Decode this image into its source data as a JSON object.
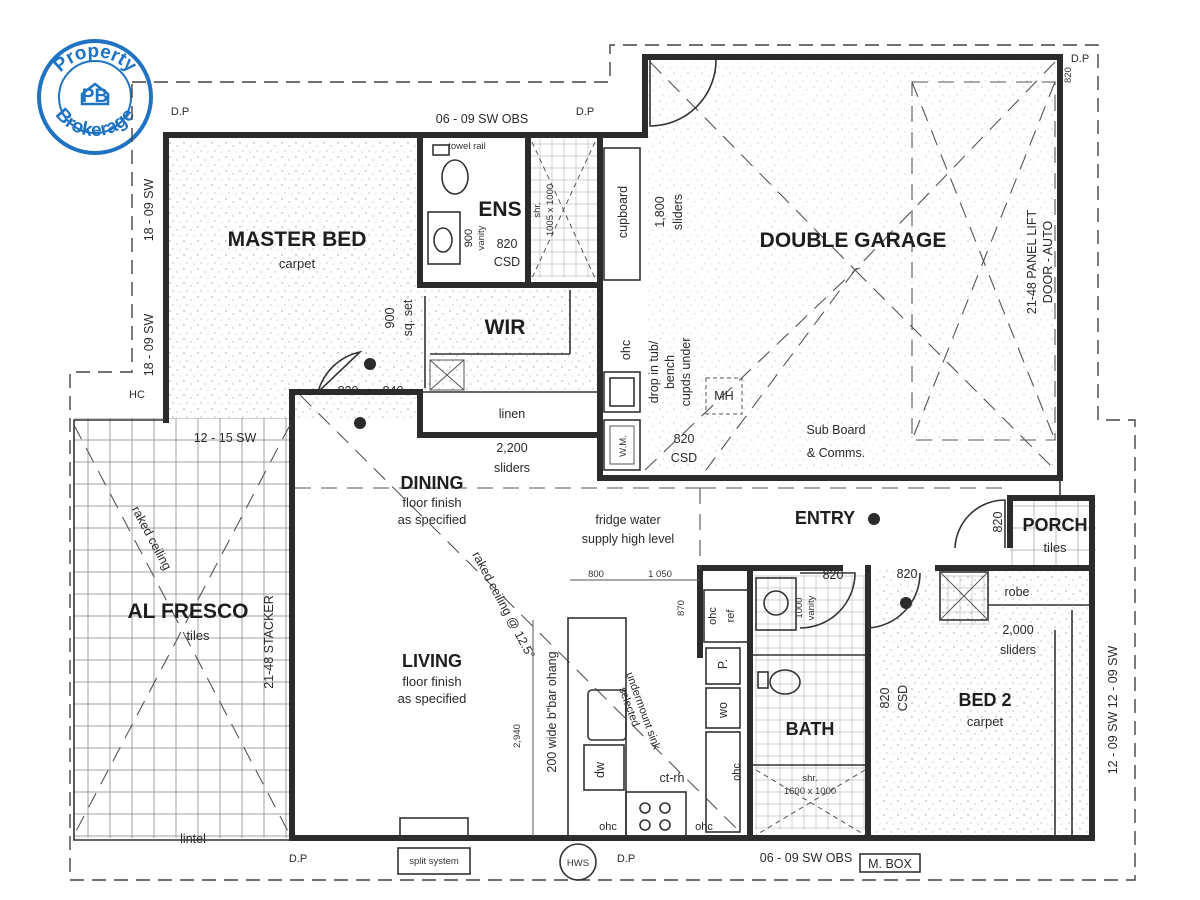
{
  "logo": {
    "top_text": "Property",
    "bottom_text": "Brokerage",
    "initials": "PB",
    "color": "#1f73c2"
  },
  "rooms": {
    "master_bed": {
      "name": "MASTER BED",
      "finish": "carpet"
    },
    "ens": {
      "name": "ENS"
    },
    "wir": {
      "name": "WIR"
    },
    "double_garage": {
      "name": "DOUBLE GARAGE"
    },
    "dining": {
      "name": "DINING",
      "finish_1": "floor finish",
      "finish_2": "as specified"
    },
    "living": {
      "name": "LIVING",
      "finish_1": "floor finish",
      "finish_2": "as specified"
    },
    "al_fresco": {
      "name": "AL FRESCO",
      "finish": "tiles"
    },
    "entry": {
      "name": "ENTRY"
    },
    "porch": {
      "name": "PORCH",
      "finish": "tiles"
    },
    "bed_2": {
      "name": "BED 2",
      "finish": "carpet"
    },
    "bath": {
      "name": "BATH"
    }
  },
  "labels": {
    "dp_1": "D.P",
    "dp_2": "D.P",
    "dp_3": "D.P",
    "dp_4": "D.P",
    "dp_5": "D.P",
    "hc": "HC",
    "window_top_ens": "06 - 09 SW OBS",
    "window_master_left_1": "18 - 09 SW",
    "window_master_left_2": "18 - 09 SW",
    "window_alfresco_top": "12 - 15 SW",
    "window_bottom": "06 - 09 SW OBS",
    "window_bed2_right": "12 - 09 SW  12 - 09 SW",
    "towel_rail": "towel rail",
    "ens_shr": "shr.",
    "ens_shr_size": "1005 x 1000",
    "ens_vanity_size": "900",
    "ens_vanity": "vanity",
    "ens_door": "820",
    "ens_door_type": "CSD",
    "cupboard": "cupboard",
    "garage_sliders_size": "1,800",
    "garage_sliders": "sliders",
    "wir_set_size": "900",
    "wir_set": "sq. set",
    "door_820_master": "820",
    "door_840": "840",
    "linen": "linen",
    "linen_sliders_size": "2,200",
    "linen_sliders": "sliders",
    "ohc_laundry": "ohc",
    "tub_1": "drop in tub/",
    "tub_2": "bench",
    "tub_3": "cupds under",
    "wm": "W.M.",
    "laundry_door": "820",
    "laundry_door_type": "CSD",
    "mh": "MH",
    "sub_board_1": "Sub Board",
    "sub_board_2": "& Comms.",
    "panel_lift_1": "21-48 PANEL LIFT",
    "panel_lift_2": "DOOR - AUTO",
    "fridge_1": "fridge water",
    "fridge_2": "supply high level",
    "raked_ceiling_1": "raked ceiling",
    "raked_ceiling_2": "raked ceiling @ 12.5°",
    "stacker": "21-48 STACKER",
    "dim_800": "800",
    "dim_1050": "1 050",
    "dim_870": "870",
    "dim_2940": "2,940",
    "bar_overhang": "200 wide b\"bar ohang",
    "undermount_1": "selected",
    "undermount_2": "undermount sink",
    "dw": "dw",
    "ct_rh": "ct-rh",
    "ohc_k1": "ohc",
    "ohc_k2": "ohc",
    "ohc_ref": "ohc",
    "ref": "ref",
    "pantry": "P.",
    "wo": "wo",
    "ohc_bath": "ohc",
    "vanity_bath_size": "1000",
    "vanity_bath": "vanity",
    "bath_door": "820",
    "bath_shr": "shr.",
    "bath_shr_size": "1600 x 1000",
    "bed2_door": "820",
    "robe": "robe",
    "robe_sliders_size": "2,000",
    "robe_sliders": "sliders",
    "bed2_csd": "820",
    "bed2_csd_type": "CSD",
    "porch_door": "820",
    "garage_door": "820",
    "split_system": "split system",
    "hws": "HWS",
    "m_box": "M. BOX",
    "lintel": "lintel"
  }
}
